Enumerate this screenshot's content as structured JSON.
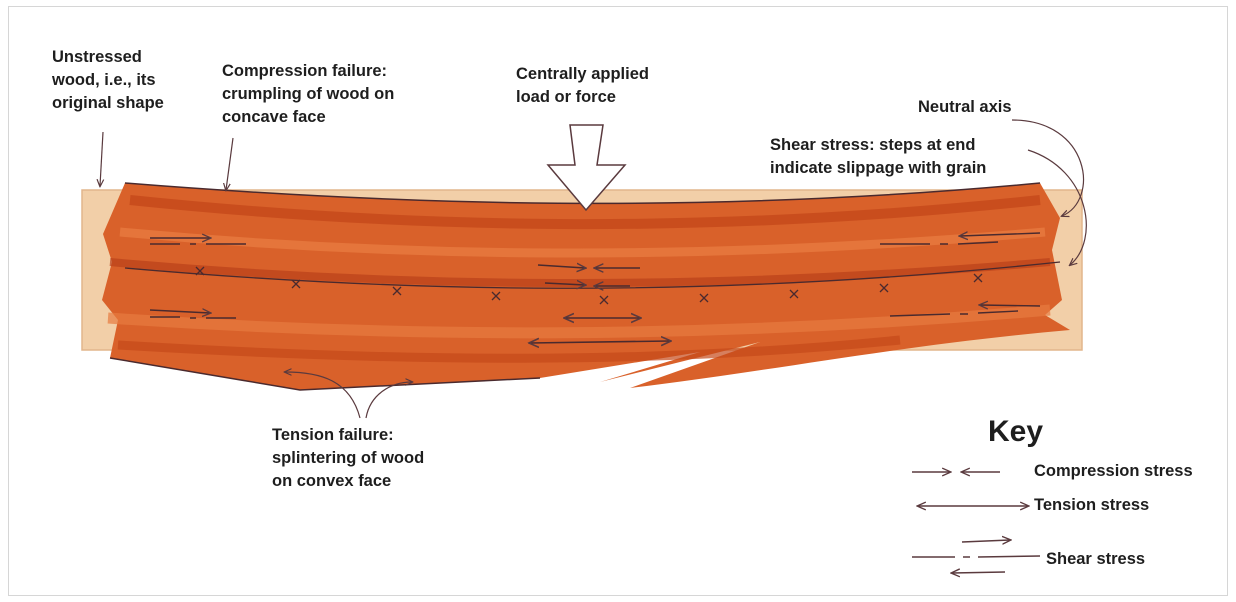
{
  "labels": {
    "unstressed": [
      "Unstressed",
      "wood, i.e., its",
      "original shape"
    ],
    "compression_failure": [
      "Compression failure:",
      "crumpling of wood on",
      "concave face"
    ],
    "central_load": [
      "Centrally applied",
      "load or force"
    ],
    "neutral_axis": "Neutral axis",
    "shear_stress": [
      "Shear stress: steps at end",
      "indicate slippage with grain"
    ],
    "tension_failure": [
      "Tension failure:",
      "splintering of wood",
      "on convex face"
    ]
  },
  "key": {
    "title": "Key",
    "items": [
      "Compression stress",
      "Tension stress",
      "Shear stress"
    ]
  },
  "colors": {
    "beam_light": "#f2cfa8",
    "wood_dark": "#c4481a",
    "wood_mid": "#d9612a",
    "wood_light": "#e77a40",
    "ink": "#4a2a2e"
  }
}
